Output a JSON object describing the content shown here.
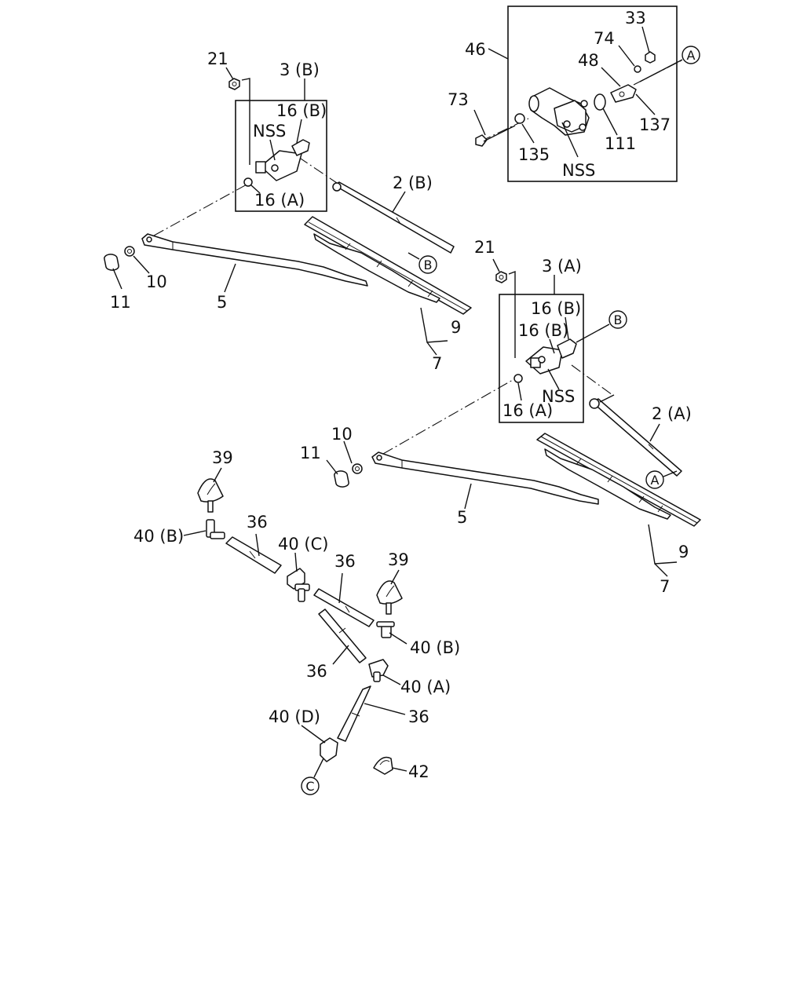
{
  "labels": {
    "p21_left": "21",
    "p3b": "3 (B)",
    "p16b_left": "16 (B)",
    "nss_left": "NSS",
    "p16a_left": "16 (A)",
    "p2b": "2 (B)",
    "p11_left": "11",
    "p10_left": "10",
    "p5_left": "5",
    "p9_left": "9",
    "p7_left": "7",
    "p46": "46",
    "p33": "33",
    "p74": "74",
    "p48": "48",
    "p73": "73",
    "p137": "137",
    "p111": "111",
    "p135": "135",
    "nss_top": "NSS",
    "p21_right": "21",
    "p3a": "3 (A)",
    "p16b_right_1": "16 (B)",
    "p16b_right_2": "16 (B)",
    "nss_right": "NSS",
    "p16a_right": "16 (A)",
    "p2a": "2 (A)",
    "p10_right": "10",
    "p11_right": "11",
    "p5_right": "5",
    "p9_right": "9",
    "p7_right": "7",
    "p39_left": "39",
    "p40b_left": "40 (B)",
    "p36_1": "36",
    "p40c": "40 (C)",
    "p36_2": "36",
    "p39_right": "39",
    "p40b_right": "40 (B)",
    "p36_3": "36",
    "p40a": "40 (A)",
    "p40d": "40 (D)",
    "p36_4": "36",
    "p42": "42"
  },
  "callouts": {
    "a_top": "A",
    "a_mid": "A",
    "b_left": "B",
    "b_right": "B",
    "c": "C"
  }
}
